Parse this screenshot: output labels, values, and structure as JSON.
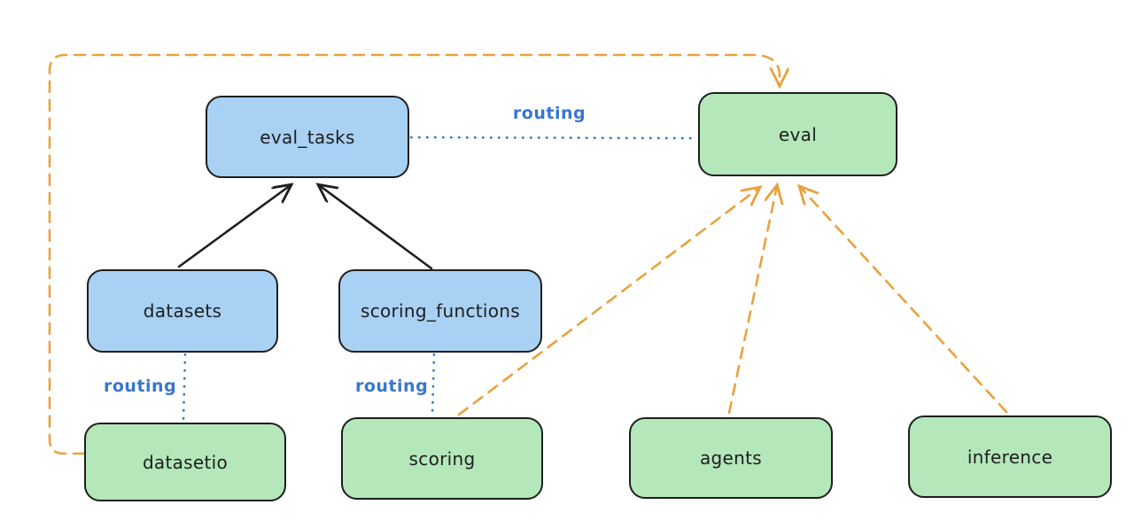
{
  "nodes": {
    "eval_tasks": {
      "label": "eval_tasks",
      "kind": "registry"
    },
    "eval": {
      "label": "eval",
      "kind": "api"
    },
    "datasets": {
      "label": "datasets",
      "kind": "registry"
    },
    "scoring_functions": {
      "label": "scoring_functions",
      "kind": "registry"
    },
    "datasetio": {
      "label": "datasetio",
      "kind": "api"
    },
    "scoring": {
      "label": "scoring",
      "kind": "api"
    },
    "agents": {
      "label": "agents",
      "kind": "api"
    },
    "inference": {
      "label": "inference",
      "kind": "api"
    }
  },
  "edge_labels": {
    "routing_top": "routing",
    "routing_datasets": "routing",
    "routing_scoring": "routing"
  },
  "edges": [
    {
      "id": "edge-datasets-to-eval_tasks",
      "from": "datasets",
      "to": "eval_tasks",
      "style": "solid",
      "color": "black",
      "arrow": true
    },
    {
      "id": "edge-scoring_functions-to-eval_tasks",
      "from": "scoring_functions",
      "to": "eval_tasks",
      "style": "solid",
      "color": "black",
      "arrow": true
    },
    {
      "id": "edge-eval_tasks-to-eval",
      "from": "eval_tasks",
      "to": "eval",
      "style": "dotted",
      "color": "blue",
      "arrow": false,
      "label": "routing"
    },
    {
      "id": "edge-datasets-to-datasetio",
      "from": "datasets",
      "to": "datasetio",
      "style": "dotted",
      "color": "blue",
      "arrow": false,
      "label": "routing"
    },
    {
      "id": "edge-scoring_functions-to-scoring",
      "from": "scoring_functions",
      "to": "scoring",
      "style": "dotted",
      "color": "blue",
      "arrow": false,
      "label": "routing"
    },
    {
      "id": "edge-datasetio-to-eval",
      "from": "datasetio",
      "to": "eval",
      "style": "dashed",
      "color": "orange",
      "arrow": true
    },
    {
      "id": "edge-scoring-to-eval",
      "from": "scoring",
      "to": "eval",
      "style": "dashed",
      "color": "orange",
      "arrow": true
    },
    {
      "id": "edge-agents-to-eval",
      "from": "agents",
      "to": "eval",
      "style": "dashed",
      "color": "orange",
      "arrow": true
    },
    {
      "id": "edge-inference-to-eval",
      "from": "inference",
      "to": "eval",
      "style": "dashed",
      "color": "orange",
      "arrow": true
    }
  ],
  "colors": {
    "blue_node": "#a8d1f4",
    "green_node": "#b4e7ba",
    "node_stroke": "#1e1e1e",
    "routing_blue": "#3877cc",
    "dependency_orange": "#e9a23c",
    "arrow_black": "#1e1e1e",
    "background": "#ffffff"
  }
}
